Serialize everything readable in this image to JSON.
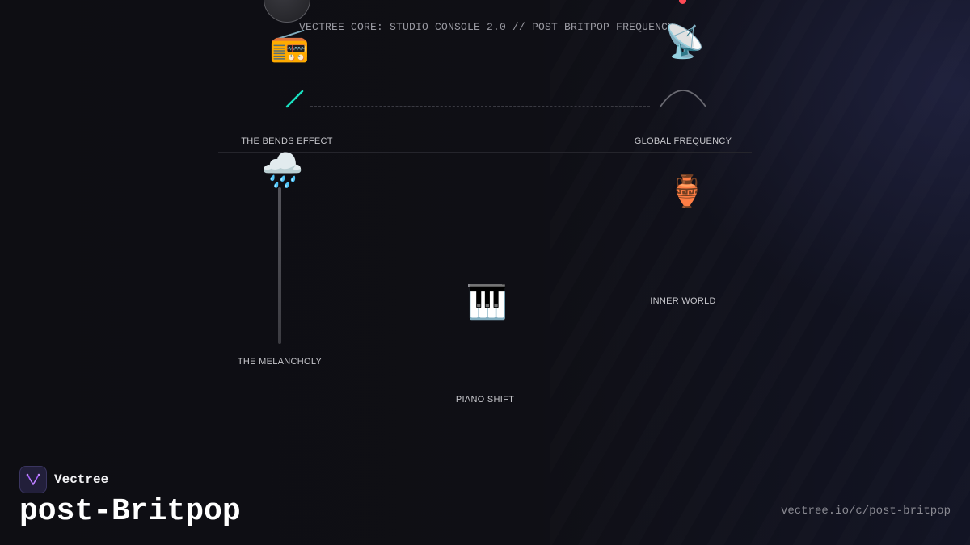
{
  "header": {
    "console_title": "VECTREE CORE: STUDIO CONSOLE 2.0 // POST-BRITPOP FREQUENCY"
  },
  "modules": [
    {
      "label": "THE BENDS EFFECT",
      "icon": "radio-icon",
      "glyph": "📻"
    },
    {
      "label": "GLOBAL FREQUENCY",
      "icon": "satellite-dish-icon",
      "glyph": "📡"
    },
    {
      "label": "THE MELANCHOLY",
      "icon": "rain-cloud-icon",
      "glyph": "🌧️"
    },
    {
      "label": "INNER WORLD",
      "icon": "amphora-icon",
      "glyph": "🏺"
    },
    {
      "label": "PIANO SHIFT",
      "icon": "piano-keys-icon",
      "glyph": "🎹"
    }
  ],
  "colors": {
    "accent_teal": "#19e0c0",
    "indicator_red": "#ff4a55",
    "logo_purple": "#a45cff"
  },
  "footer": {
    "brand_name": "Vectree",
    "page_title": "post-Britpop",
    "url": "vectree.io/c/post-britpop"
  }
}
